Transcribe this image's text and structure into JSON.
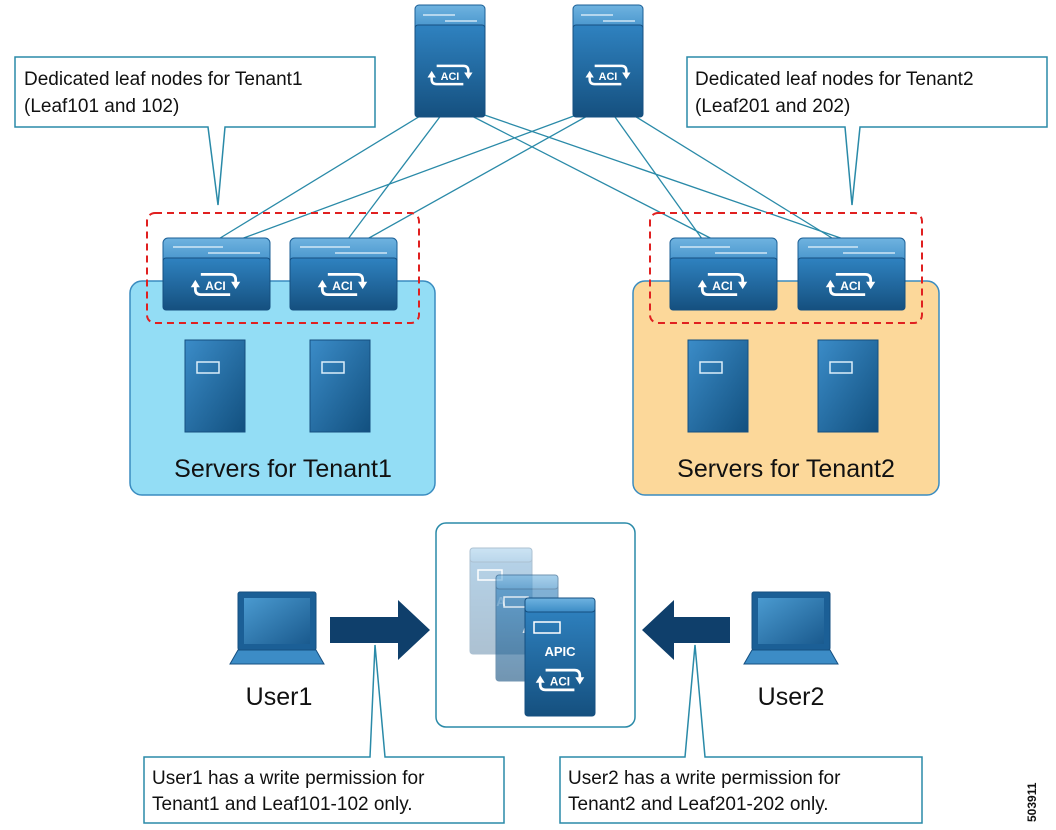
{
  "callouts": {
    "tenant1_leaf": {
      "line1": "Dedicated leaf nodes for Tenant1",
      "line2": "(Leaf101 and 102)"
    },
    "tenant2_leaf": {
      "line1": "Dedicated leaf nodes for Tenant2",
      "line2": "(Leaf201 and 202)"
    },
    "user1_perm": {
      "line1": "User1 has a write permission for",
      "line2": "Tenant1 and Leaf101-102 only."
    },
    "user2_perm": {
      "line1": "User2 has a write permission for",
      "line2": "Tenant2 and Leaf201-202 only."
    }
  },
  "zones": {
    "tenant1": {
      "label": "Servers for Tenant1",
      "fill": "#93ddf5"
    },
    "tenant2": {
      "label": "Servers for Tenant2",
      "fill": "#fcd89a"
    }
  },
  "users": {
    "user1": "User1",
    "user2": "User2"
  },
  "device_labels": {
    "aci": "ACI",
    "apic": "APIC",
    "apic_partial": "A"
  },
  "figure_id": "503911",
  "colors": {
    "device_dark": "#1b5f96",
    "device_light": "#3f8fc9",
    "link": "#2a8aa8",
    "dashed_group": "#e02020",
    "arrow": "#0f3f6b"
  }
}
